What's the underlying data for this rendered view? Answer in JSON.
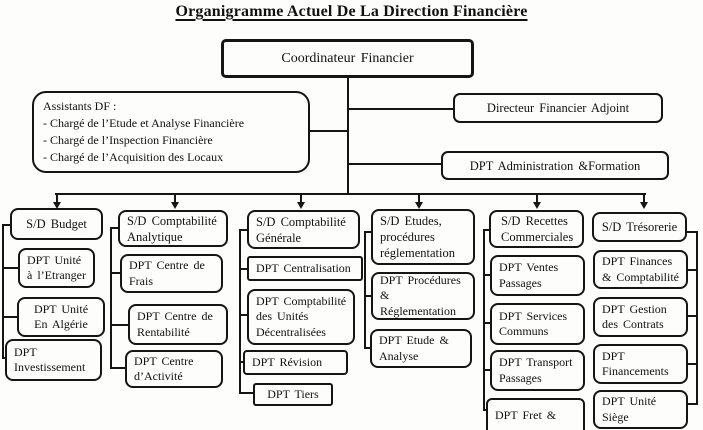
{
  "title": "Organigramme Actuel De La Direction Financière",
  "coordinator": {
    "label": "Coordinateur Financier"
  },
  "assistants": {
    "label": "Assistants DF :\n- Chargé de l’Etude et Analyse Financière\n- Chargé de l’Inspection Financière\n- Chargé de l’Acquisition des Locaux"
  },
  "deputy": {
    "label": "Directeur Financier Adjoint"
  },
  "admin_dept": {
    "label": "DPT Administration &Formation"
  },
  "columns": [
    {
      "head": "S/D Budget",
      "depts": [
        "DPT Unité\nà l’Etranger",
        "DPT Unité\nEn Algérie",
        "DPT\nInvestissement"
      ]
    },
    {
      "head": "S/D Comptabilité\nAnalytique",
      "depts": [
        "DPT Centre de\nFrais",
        "DPT Centre de\nRentabilité",
        "DPT Centre\nd’Activité"
      ]
    },
    {
      "head": "S/D Comptabilité\nGénérale",
      "depts": [
        "DPT Centralisation",
        "DPT Comptabilité\ndes Unités\nDécentralisées",
        "DPT Révision",
        "DPT Tiers"
      ]
    },
    {
      "head": "S/D Etudes,\nprocédures\nréglementation",
      "depts": [
        "DPT Procédures\n&\nRéglementation",
        "DPT Etude &\nAnalyse"
      ]
    },
    {
      "head": "S/D Recettes\nCommerciales",
      "depts": [
        "DPT Ventes\nPassages",
        "DPT Services\nCommuns",
        "DPT Transport\nPassages",
        "DPT Fret &"
      ]
    },
    {
      "head": "S/D Trésorerie",
      "depts": [
        "DPT Finances\n& Comptabilité",
        "DPT Gestion\ndes Contrats",
        "DPT\nFinancements",
        "DPT Unité\nSiège"
      ]
    }
  ]
}
